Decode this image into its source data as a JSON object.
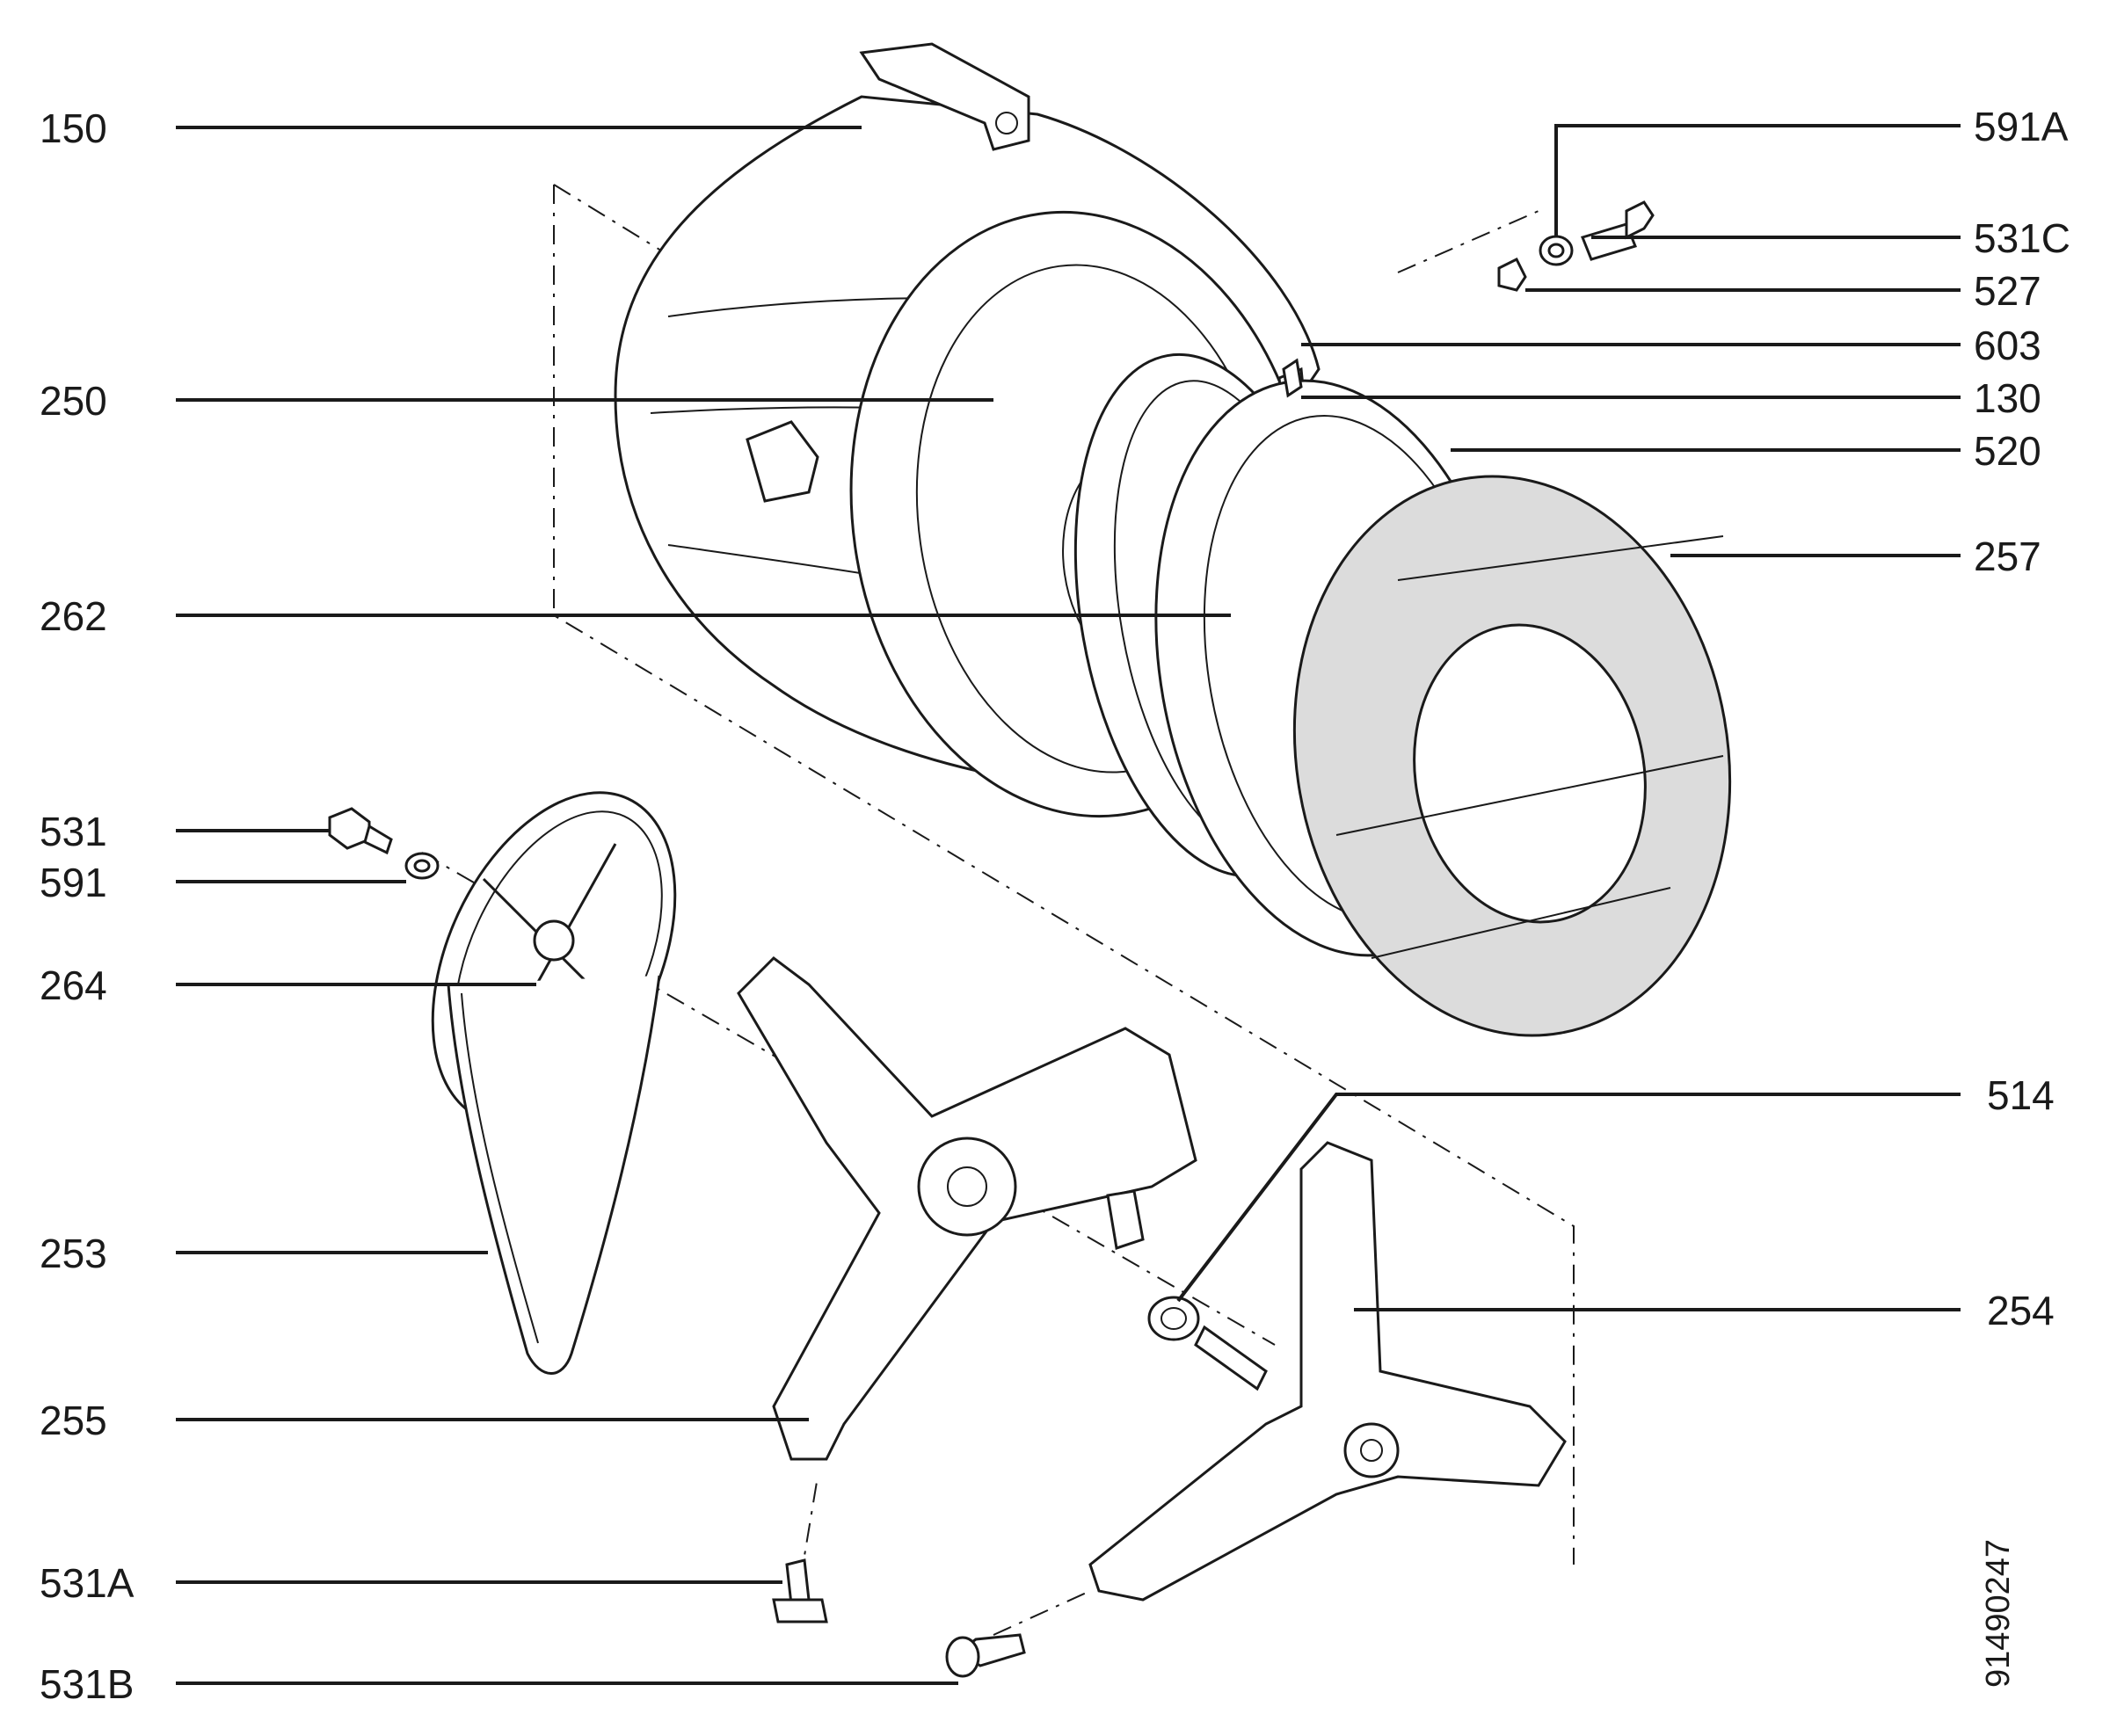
{
  "drawing_code": "91490247",
  "parts": [
    {
      "ref": "150"
    },
    {
      "ref": "250"
    },
    {
      "ref": "262"
    },
    {
      "ref": "531"
    },
    {
      "ref": "591"
    },
    {
      "ref": "264"
    },
    {
      "ref": "253"
    },
    {
      "ref": "255"
    },
    {
      "ref": "531A"
    },
    {
      "ref": "531B"
    },
    {
      "ref": "591A"
    },
    {
      "ref": "531C"
    },
    {
      "ref": "527"
    },
    {
      "ref": "603"
    },
    {
      "ref": "130"
    },
    {
      "ref": "520"
    },
    {
      "ref": "257"
    },
    {
      "ref": "514"
    },
    {
      "ref": "254"
    }
  ]
}
